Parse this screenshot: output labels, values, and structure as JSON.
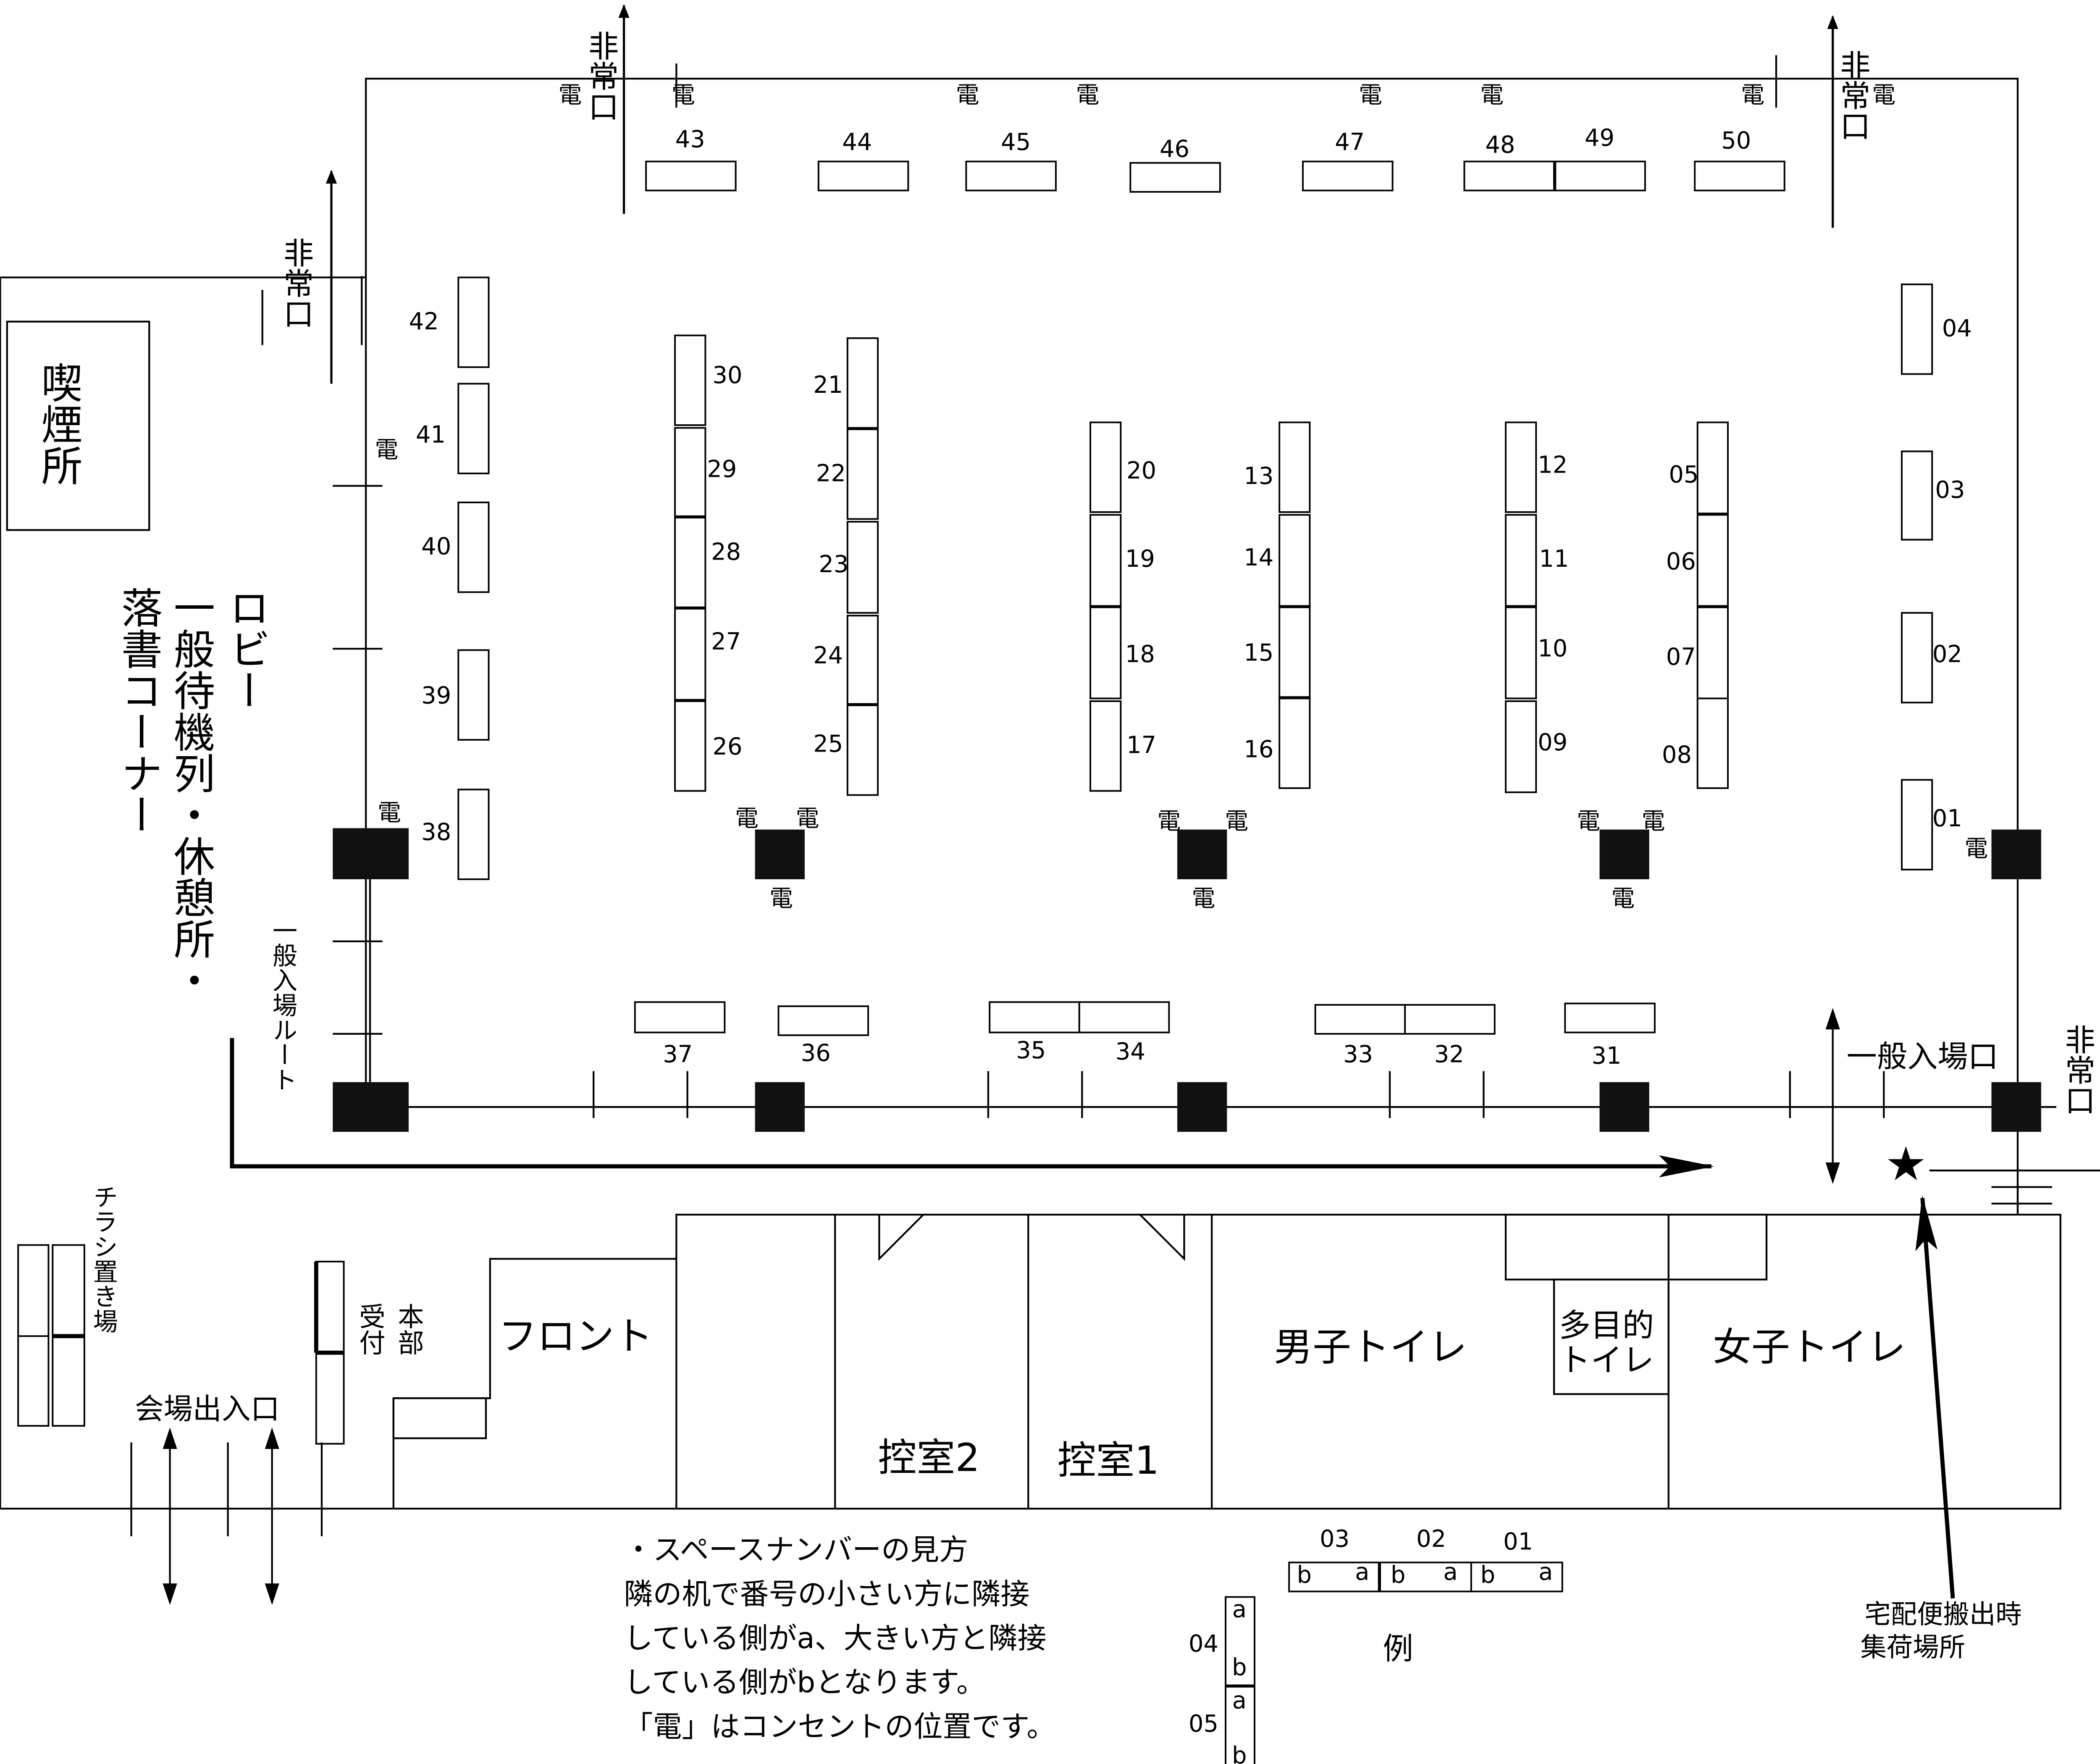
{
  "tables": [
    "43",
    "44",
    "45",
    "46",
    "47",
    "48",
    "49",
    "50",
    "42",
    "41",
    "40",
    "39",
    "38",
    "30",
    "29",
    "28",
    "27",
    "26",
    "21",
    "22",
    "23",
    "24",
    "25",
    "20",
    "19",
    "18",
    "17",
    "13",
    "14",
    "15",
    "16",
    "12",
    "11",
    "10",
    "09",
    "05",
    "06",
    "07",
    "08",
    "04",
    "03",
    "02",
    "01",
    "37",
    "36",
    "35",
    "34",
    "33",
    "32",
    "31"
  ],
  "outlet_label": "電",
  "emergency_exit": "非常口",
  "smoking_area": "喫煙所",
  "lobby": {
    "line1": "ロビー",
    "line2": "一般待機列・休憩所・",
    "line3": "落書コーナー"
  },
  "general_route": "一般入場ルート",
  "general_entrance": "一般入場口",
  "flyer_area": "チラシ置き場",
  "reception": "受付",
  "headquarters": "本部",
  "venue_entrance": "会場出入口",
  "rooms": {
    "front": "フロント",
    "waiting2": "控室2",
    "waiting1": "控室1",
    "mens": "男子トイレ",
    "multi1": "多目的",
    "multi2": "トイレ",
    "womens": "女子トイレ"
  },
  "delivery": {
    "line1": "宅配便搬出時",
    "line2": "集荷場所"
  },
  "notes": [
    "・スペースナンバーの見方",
    "隣の机で番号の小さい方に隣接",
    "している側がa、大きい方と隣接",
    "している側がbとなります。",
    "「電」はコンセントの位置です。"
  ],
  "example": {
    "label": "例",
    "horizontal": [
      "03",
      "02",
      "01"
    ],
    "vertical": [
      "04",
      "05"
    ],
    "side_a": "a",
    "side_b": "b"
  }
}
